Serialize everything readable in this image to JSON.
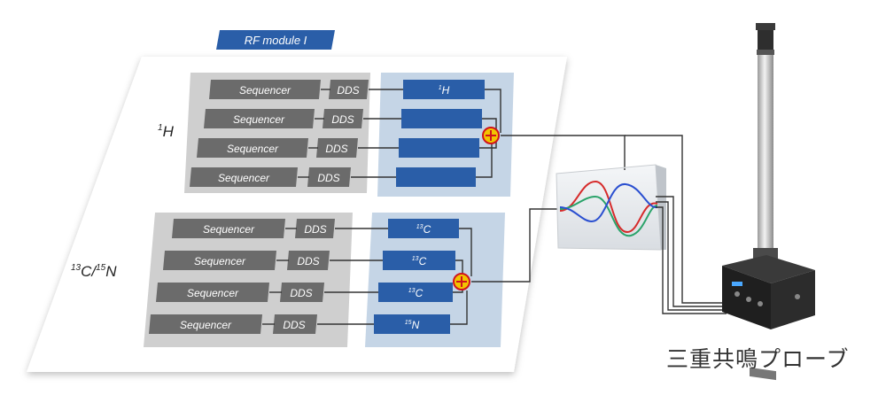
{
  "badge": "RF module I",
  "caption": "三重共鳴プローブ",
  "group1": {
    "label_sup": "1",
    "label_main": "H",
    "rows": [
      {
        "sequencer": "Sequencer",
        "dds": "DDS",
        "channel_sup": "1",
        "channel_main": "H"
      },
      {
        "sequencer": "Sequencer",
        "dds": "DDS",
        "channel_sup": "",
        "channel_main": ""
      },
      {
        "sequencer": "Sequencer",
        "dds": "DDS",
        "channel_sup": "",
        "channel_main": ""
      },
      {
        "sequencer": "Sequencer",
        "dds": "DDS",
        "channel_sup": "",
        "channel_main": ""
      }
    ]
  },
  "group2": {
    "label_sup1": "13",
    "label_main1": "C/",
    "label_sup2": "15",
    "label_main2": "N",
    "rows": [
      {
        "sequencer": "Sequencer",
        "dds": "DDS",
        "channel_sup": "13",
        "channel_main": "C"
      },
      {
        "sequencer": "Sequencer",
        "dds": "DDS",
        "channel_sup": "13",
        "channel_main": "C"
      },
      {
        "sequencer": "Sequencer",
        "dds": "DDS",
        "channel_sup": "13",
        "channel_main": "C"
      },
      {
        "sequencer": "Sequencer",
        "dds": "DDS",
        "channel_sup": "15",
        "channel_main": "N"
      }
    ]
  },
  "colors": {
    "sequencer_fill": "#6b6b6b",
    "group_panel": "#cfcfcf",
    "mixer_panel": "#c5d5e6",
    "channel_fill": "#2a5ea8",
    "badge_fill": "#2a5ea8",
    "adder_fill": "#f2c400",
    "adder_stroke": "#d0141c",
    "wave_red": "#d62a2a",
    "wave_green": "#2aa36a",
    "wave_blue": "#2a4fd0"
  }
}
